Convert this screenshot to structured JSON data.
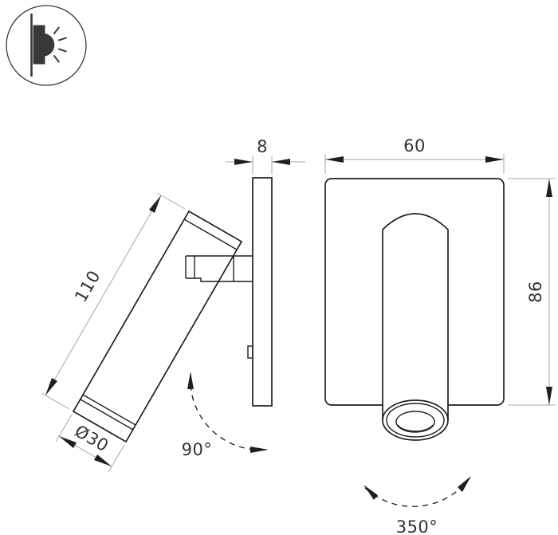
{
  "drawing": {
    "icon": "wall-light-beam-icon",
    "dimensions": {
      "plate_thickness": "8",
      "plate_width": "60",
      "plate_height": "86",
      "body_length": "110",
      "body_diameter": "Ø30",
      "tilt_angle": "90°",
      "rotation_angle": "350°"
    },
    "colors": {
      "object_line": "#1f1f1f",
      "dimension_line": "#a6a6a6",
      "arrow": "#1f1f1f",
      "text": "#333333",
      "background": "#ffffff"
    }
  }
}
